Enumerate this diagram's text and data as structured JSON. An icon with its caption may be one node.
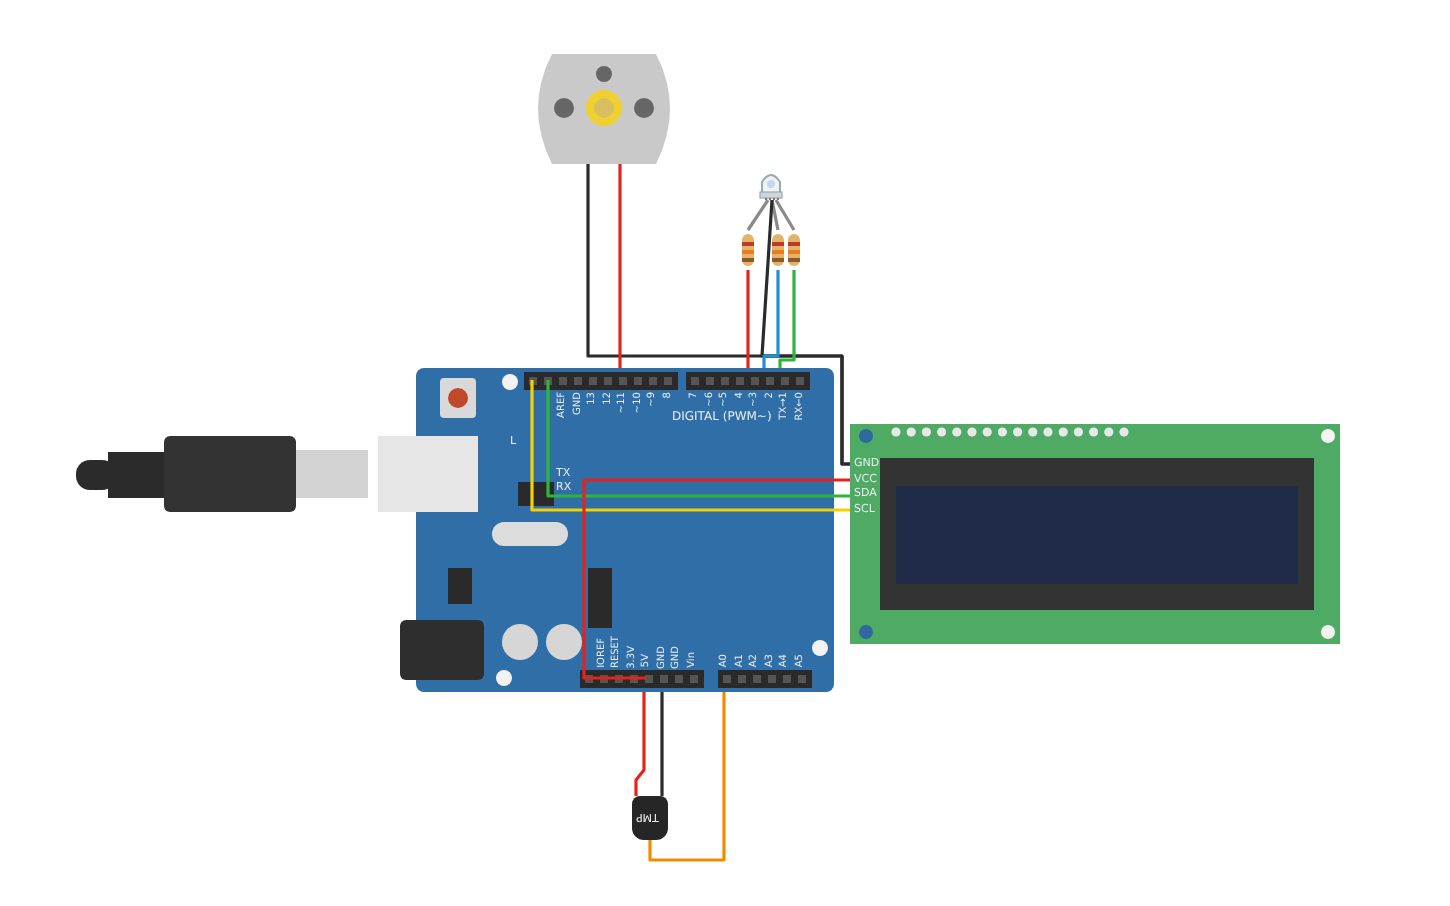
{
  "diagram": {
    "nodes": [
      {
        "text": [],
        "shape": "picture"
      },
      {
        "text": [],
        "shape": "picture"
      },
      {
        "text": [],
        "shape": "picture"
      },
      {
        "text": [],
        "shape": "picture"
      },
      {
        "text": [],
        "shape": "picture"
      },
      {
        "text": [],
        "shape": "picture"
      },
      {
        "text": [
          "GND",
          "VCC",
          "SDA",
          "SCL"
        ]
      },
      {
        "text": [
          "TMP"
        ]
      },
      {
        "text": [],
        "shape": "picture"
      }
    ],
    "edges": [
      {
        "from": 0,
        "to": 6,
        "arrow": "none",
        "color": "#2b2b2b"
      },
      {
        "from": 0,
        "to": 5,
        "arrow": "none",
        "color": "#e3231c"
      },
      {
        "from": 1,
        "to": 2,
        "arrow": "none",
        "color": "#8a8a8a"
      },
      {
        "from": 1,
        "to": 3,
        "arrow": "none",
        "color": "#8a8a8a"
      },
      {
        "from": 1,
        "to": 4,
        "arrow": "none",
        "color": "#8a8a8a"
      },
      {
        "from": 1,
        "to": 6,
        "arrow": "none",
        "color": "#2b2b2b"
      },
      {
        "from": 2,
        "to": 5,
        "arrow": "none",
        "color": "#e3231c"
      },
      {
        "from": 3,
        "to": 5,
        "arrow": "none",
        "color": "#1e8fd6"
      },
      {
        "from": 4,
        "to": 5,
        "arrow": "none",
        "color": "#2fb53a"
      },
      {
        "from": 5,
        "to": 6,
        "arrow": "none",
        "color": "#f2d200"
      },
      {
        "from": 5,
        "to": 6,
        "arrow": "none",
        "color": "#2fb53a"
      },
      {
        "from": 5,
        "to": 6,
        "arrow": "none",
        "color": "#e3231c"
      },
      {
        "from": 5,
        "to": 7,
        "arrow": "none",
        "color": "#e3231c"
      },
      {
        "from": 5,
        "to": 7,
        "arrow": "none",
        "color": "#2b2b2b"
      },
      {
        "from": 5,
        "to": 7,
        "arrow": "none",
        "color": "#f28a00"
      }
    ],
    "labels": [
      "AREF",
      "GND",
      "13",
      "12",
      "~11",
      "~10",
      "~9",
      "8",
      "7",
      "~6",
      "~5",
      "4",
      "~3",
      "2",
      "TX→1",
      "RX←0",
      "DIGITAL (PWM~)",
      "L",
      "TX",
      "RX",
      "IOREF",
      "RESET",
      "3.3V",
      "5V",
      "GND",
      "GND",
      "Vin",
      "A0",
      "A1",
      "A2",
      "A3",
      "A4",
      "A5"
    ]
  }
}
